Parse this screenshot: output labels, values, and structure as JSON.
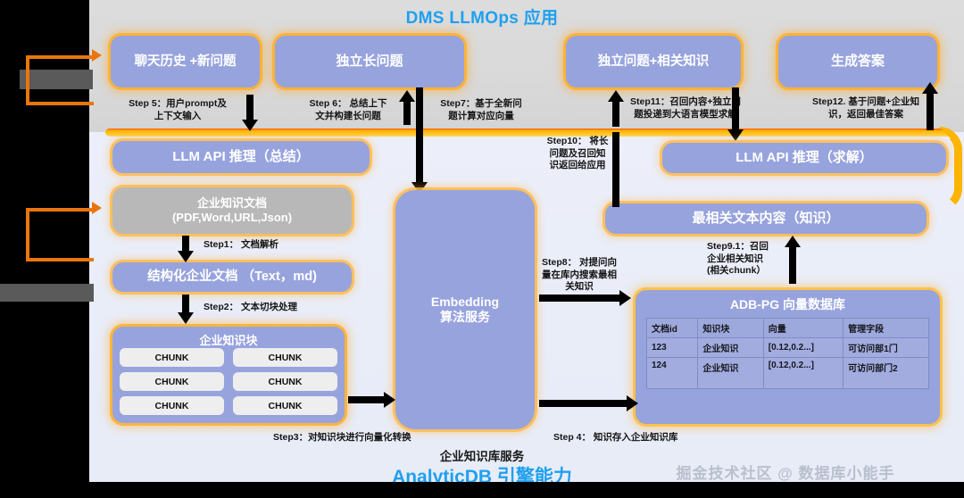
{
  "title": "DMS LLMOps 应用",
  "service": {
    "label": "企业知识库服务",
    "brand": "AnalyticDB 引擎能力"
  },
  "watermark": "掘金技术社区 @ 数据库小能手",
  "top_nodes": [
    {
      "id": "chat-history",
      "label": "聊天历史 +新问题"
    },
    {
      "id": "standalone-long-question",
      "label": "独立长问题"
    },
    {
      "id": "standalone-question-knowledge",
      "label": "独立问题+相关知识"
    },
    {
      "id": "generate-answer",
      "label": "生成答案"
    }
  ],
  "main_nodes": [
    {
      "id": "llm-api-summarize",
      "label": "LLM API 推理（总结）"
    },
    {
      "id": "enterprise-knowledge-doc",
      "label": "企业知识文档\n(PDF,Word,URL,Json)"
    },
    {
      "id": "structured-doc",
      "label": "结构化企业文档 （Text，md)"
    },
    {
      "id": "embedding-service",
      "label": "Embedding\n算法服务"
    },
    {
      "id": "llm-api-solve",
      "label": "LLM API 推理（求解）"
    },
    {
      "id": "most-relevant-text",
      "label": "最相关文本内容（知识）"
    }
  ],
  "chunk_group": {
    "title": "企业知识块",
    "chunks": [
      "CHUNK",
      "CHUNK",
      "CHUNK",
      "CHUNK",
      "CHUNK",
      "CHUNK"
    ]
  },
  "database": {
    "title": "ADB-PG 向量数据库",
    "columns": [
      "文档id",
      "知识块",
      "向量",
      "管理字段"
    ],
    "rows": [
      [
        "123",
        "企业知识",
        "[0.12,0.2...]",
        "可访问部1门"
      ],
      [
        "124",
        "企业知识",
        "[0.12,0.2...]",
        "可访问部门2"
      ]
    ]
  },
  "steps": [
    {
      "id": "step1",
      "text": "Step1：  文档解析"
    },
    {
      "id": "step2",
      "text": "Step2：  文本切块处理"
    },
    {
      "id": "step3",
      "text": "Step3：对知识块进行向量化转换"
    },
    {
      "id": "step4",
      "text": "Step 4：  知识存入企业知识库"
    },
    {
      "id": "step5",
      "text": "Step 5：用户prompt及\n上下文输入"
    },
    {
      "id": "step6",
      "text": "Step 6： 总结上下\n文并构建长问题"
    },
    {
      "id": "step7",
      "text": "Step7：基于全新问\n题计算对应向量"
    },
    {
      "id": "step8",
      "text": "Step8： 对提问向\n量在库内搜索最相\n关知识"
    },
    {
      "id": "step91",
      "text": "Step9.1：召回\n企业相关知识\n(相关chunk）"
    },
    {
      "id": "step10",
      "text": "Step10： 将长\n问题及召回知\n识返回给应用"
    },
    {
      "id": "step11",
      "text": "Step11：召回内容+独立问\n题投递到大语言模型求解"
    },
    {
      "id": "step12",
      "text": "Step12. 基于问题+企业知\n识，返回最佳答案"
    }
  ],
  "colors": {
    "accent_blue": "#1fa0f0",
    "node_purple": "#97a3dd",
    "node_gray": "#b8b8b8",
    "glow_orange": "#ffae28",
    "connector_orange": "#e8760d",
    "band_top": "#d9d9d9",
    "band_main": "#eaeef8"
  }
}
